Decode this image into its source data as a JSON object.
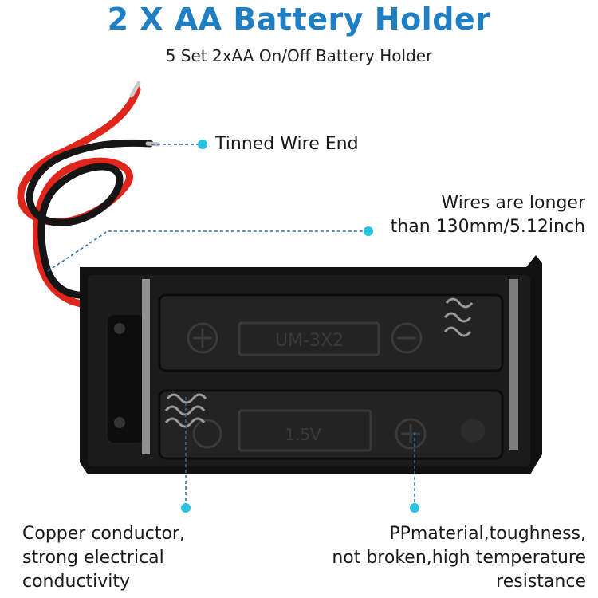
{
  "header": {
    "title": "2 X AA Battery Holder",
    "subtitle": "5 Set 2xAA On/Off Battery Holder"
  },
  "callouts": {
    "tinned_wire": "Tinned Wire End",
    "wire_length_line1": "Wires are longer",
    "wire_length_line2": "than 130mm/5.12inch",
    "copper_line1": "Copper conductor,",
    "copper_line2": "strong electrical",
    "copper_line3": "conductivity",
    "material_line1": "PPmaterial,toughness,",
    "material_line2": "not broken,high temperature",
    "material_line3": "resistance"
  },
  "holder": {
    "top_cell_marking": "UM-3X2",
    "bottom_cell_marking": "1.5V"
  },
  "colors": {
    "title": "#1e7fc4",
    "callout_line": "#2a6fa8",
    "callout_dot": "#29c2e0",
    "wire_red": "#e0261c",
    "wire_black": "#151515",
    "holder_body": "#1b1b1b"
  }
}
